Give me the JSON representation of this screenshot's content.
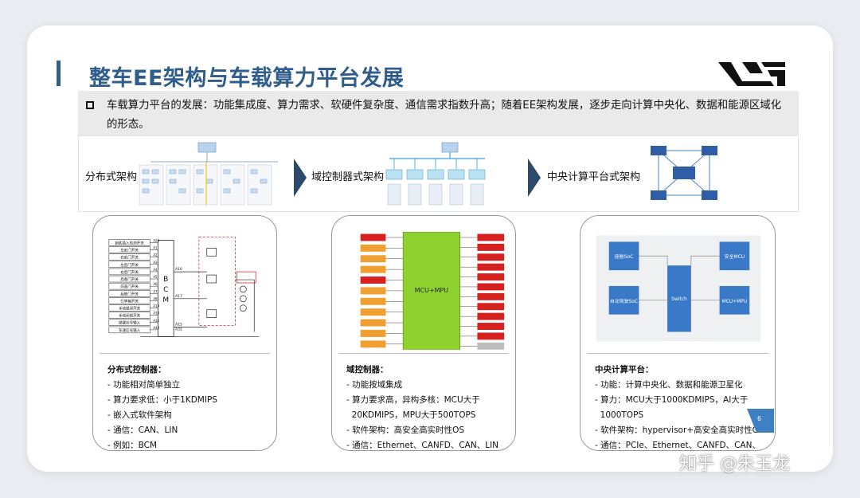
{
  "title": "整车EE架构与车载算力平台发展",
  "summary": "车载算力平台的发展：功能集成度、算力需求、软硬件复杂度、通信需求指数升高；随着EE架构发展，逐步走向计算中央化、数据和能源区域化的形态。",
  "architectures": [
    {
      "label": "分布式架构"
    },
    {
      "label": "域控制器式架构"
    },
    {
      "label": "中央计算平台式架构"
    }
  ],
  "panels": [
    {
      "heading": "分布式控制器：",
      "items": [
        "- 功能相对简单独立",
        "- 算力要求低：小于1KDMIPS",
        "- 嵌入式软件架构",
        "- 通信：CAN、LIN",
        "- 例如：BCM"
      ],
      "bcm_inputs": [
        "钥匙插入检测开关",
        "左前门开关",
        "右前门开关",
        "左后门开关",
        "右后门开关",
        "后备门开关",
        "前盖门开关",
        "后舱门开关",
        "行李箱开关",
        "手动锁闭开关",
        "手动闭锁开关",
        "锁键信号输入",
        "车速信号输入"
      ],
      "bcm_pins": [
        "A26",
        "A1",
        "A2",
        "A3",
        "A4",
        "A5",
        "A6",
        "A7",
        "A8",
        "A14",
        "A33",
        "A31",
        "A44"
      ],
      "bcm_out_pins": [
        "A16",
        "A17",
        "A15",
        "A32"
      ],
      "bcm_letters": [
        "B",
        "C",
        "M"
      ]
    },
    {
      "heading": "域控制器：",
      "items": [
        "- 功能按域集成",
        "- 算力要求高，异构多核：MCU大于",
        "  20KDMIPS，MPU大于500TOPS",
        "- 软件架构：高安全高实时性OS",
        "- 通信：Ethernet、CANFD、CAN、LIN"
      ],
      "core_label": "MCU+MPU"
    },
    {
      "heading": "中央计算平台：",
      "items": [
        "- 功能：计算中央化、数据和能源卫星化",
        "- 算力：MCU大于1000KDMIPS，AI大于",
        "  1000TOPS",
        "- 软件架构：hypervisor+高安全高实时性OS",
        "- 通信：PCIe、Ethernet、CANFD、CAN、LIN"
      ],
      "blocks": {
        "top_left": "座舱SoC",
        "bottom_left": "自动驾驶SoC",
        "center": "Switch",
        "top_right": "安全MCU",
        "bottom_right": "MCU+MPU"
      }
    }
  ],
  "page_number": "6",
  "watermark": "知乎 @朱玉龙",
  "colors": {
    "title": "#2f5d8c",
    "green": "#8fd22f",
    "red": "#d72020",
    "orange": "#f0a030",
    "blue_block": "#3a78c8"
  }
}
